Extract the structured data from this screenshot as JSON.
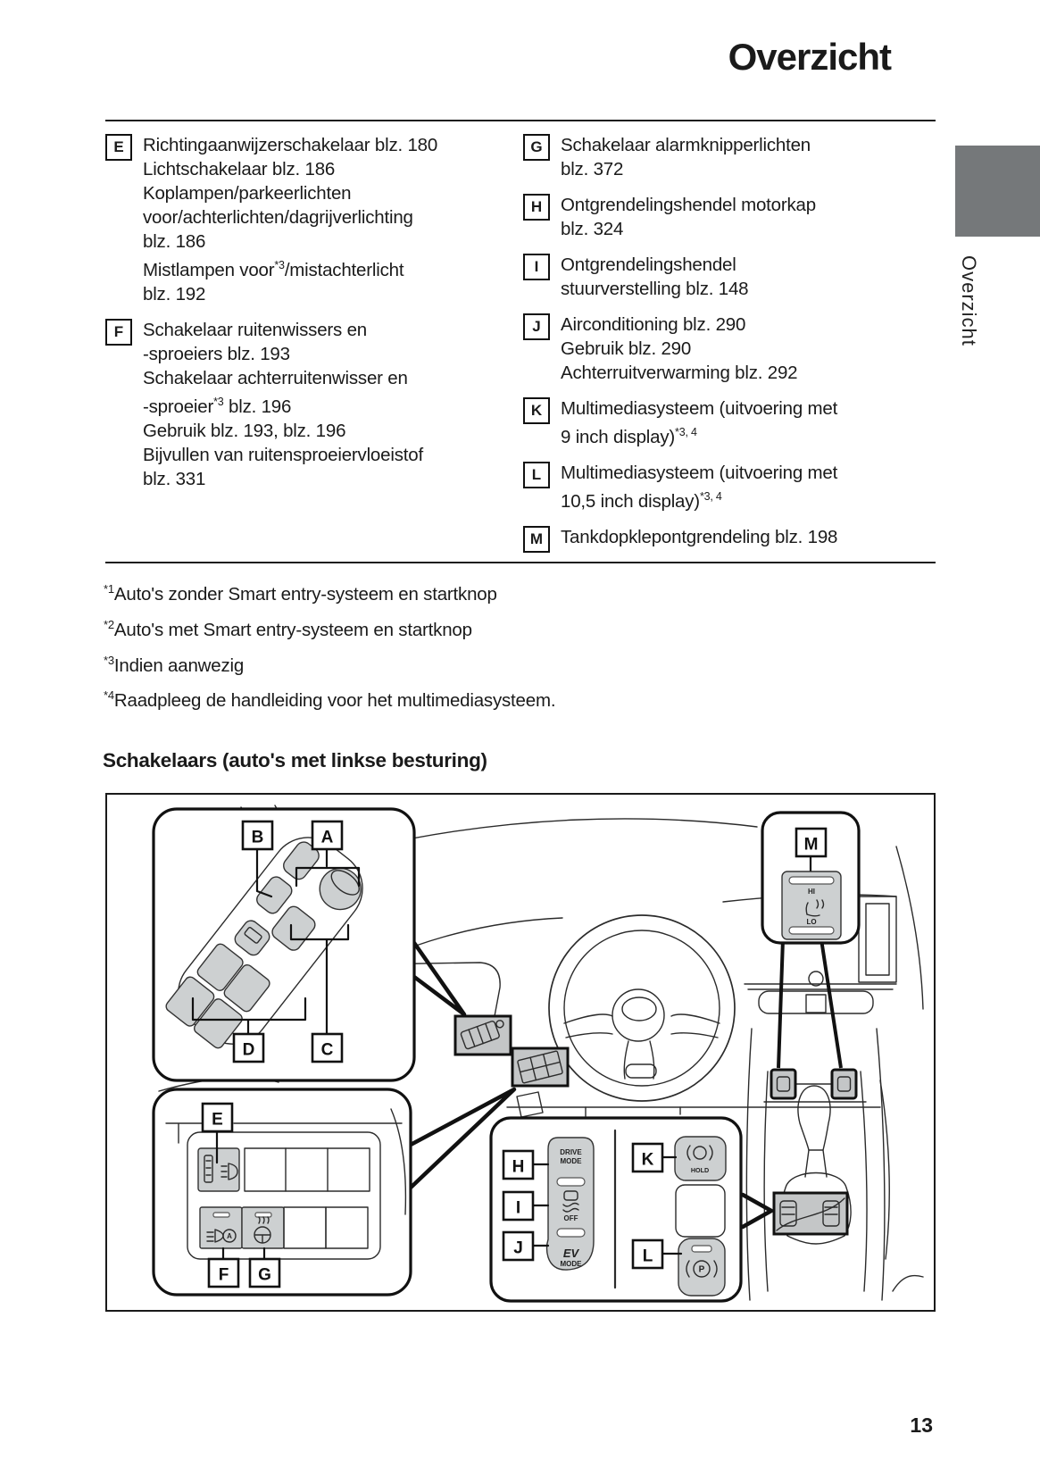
{
  "page": {
    "title": "Overzicht",
    "side_tab_label": "Overzicht",
    "section_heading": "Schakelaars (auto's met linkse besturing)",
    "number": "13"
  },
  "colors": {
    "tab_gray": "#75787a",
    "switch_gray": "#cdd0d1",
    "highlight_gray": "#c4c6c7",
    "text": "#1a1a1a"
  },
  "legend": {
    "left": [
      {
        "letter": "E",
        "lines": [
          [
            {
              "t": "Richtingaanwijzerschakelaar blz. 180"
            }
          ],
          [
            {
              "t": "Lichtschakelaar blz. 186"
            }
          ],
          [
            {
              "t": "Koplampen/parkeerlichten"
            }
          ],
          [
            {
              "t": "voor/achterlichten/dagrijverlichting"
            }
          ],
          [
            {
              "t": "blz. 186"
            }
          ],
          [
            {
              "t": "Mistlampen voor"
            },
            {
              "t": "*3",
              "sup": true
            },
            {
              "t": "/mistachterlicht"
            }
          ],
          [
            {
              "t": "blz. 192"
            }
          ]
        ]
      },
      {
        "letter": "F",
        "lines": [
          [
            {
              "t": "Schakelaar ruitenwissers en"
            }
          ],
          [
            {
              "t": "-sproeiers blz. 193"
            }
          ],
          [
            {
              "t": "Schakelaar achterruitenwisser en"
            }
          ],
          [
            {
              "t": "-sproeier"
            },
            {
              "t": "*3",
              "sup": true
            },
            {
              "t": " blz. 196"
            }
          ],
          [
            {
              "t": "Gebruik blz. 193, blz. 196"
            }
          ],
          [
            {
              "t": "Bijvullen van ruitensproeiervloeistof"
            }
          ],
          [
            {
              "t": "blz. 331"
            }
          ]
        ]
      }
    ],
    "right": [
      {
        "letter": "G",
        "lines": [
          [
            {
              "t": "Schakelaar alarmknipperlichten"
            }
          ],
          [
            {
              "t": "blz. 372"
            }
          ]
        ]
      },
      {
        "letter": "H",
        "lines": [
          [
            {
              "t": "Ontgrendelingshendel motorkap"
            }
          ],
          [
            {
              "t": "blz. 324"
            }
          ]
        ]
      },
      {
        "letter": "I",
        "lines": [
          [
            {
              "t": "Ontgrendelingshendel"
            }
          ],
          [
            {
              "t": "stuurverstelling blz. 148"
            }
          ]
        ]
      },
      {
        "letter": "J",
        "lines": [
          [
            {
              "t": "Airconditioning blz. 290"
            }
          ],
          [
            {
              "t": "Gebruik blz. 290"
            }
          ],
          [
            {
              "t": "Achterruitverwarming blz. 292"
            }
          ]
        ]
      },
      {
        "letter": "K",
        "lines": [
          [
            {
              "t": "Multimediasysteem (uitvoering met"
            }
          ],
          [
            {
              "t": "9 inch display)"
            },
            {
              "t": "*3, 4",
              "sup": true
            }
          ]
        ]
      },
      {
        "letter": "L",
        "lines": [
          [
            {
              "t": "Multimediasysteem (uitvoering met"
            }
          ],
          [
            {
              "t": "10,5 inch display)"
            },
            {
              "t": "*3, 4",
              "sup": true
            }
          ]
        ]
      },
      {
        "letter": "M",
        "lines": [
          [
            {
              "t": "Tankdopklepontgrendeling blz. 198"
            }
          ]
        ]
      }
    ]
  },
  "footnotes": [
    {
      "marker": "*1",
      "text": "Auto's zonder Smart entry-systeem en startknop"
    },
    {
      "marker": "*2",
      "text": "Auto's met Smart entry-systeem en startknop"
    },
    {
      "marker": "*3",
      "text": "Indien aanwezig"
    },
    {
      "marker": "*4",
      "text": "Raadpleeg de handleiding voor het multimediasysteem."
    }
  ],
  "diagram": {
    "callouts": {
      "A": "A",
      "B": "B",
      "C": "C",
      "D": "D",
      "E": "E",
      "F": "F",
      "G": "G",
      "H": "H",
      "I": "I",
      "J": "J",
      "K": "K",
      "L": "L",
      "M": "M"
    },
    "switch_text": {
      "drive1": "DRIVE",
      "drive2": "MODE",
      "off": "OFF",
      "ev": "EV",
      "ev2": "MODE",
      "hold": "HOLD",
      "hi": "HI",
      "lo": "LO",
      "p": "P"
    }
  }
}
